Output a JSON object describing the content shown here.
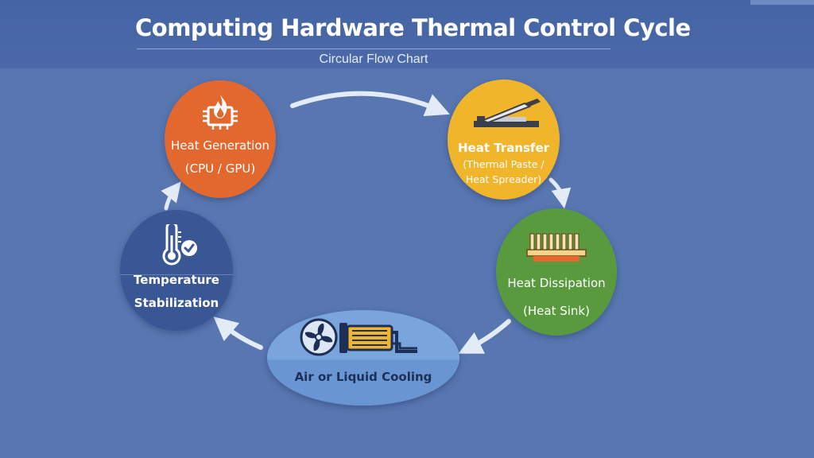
{
  "header": {
    "title": "Computing Hardware Thermal Control Cycle",
    "subtitle": "Circular Flow Chart"
  },
  "cycle": {
    "nodes": [
      {
        "id": "heat-generation",
        "line1": "Heat Generation",
        "line2": "(CPU / GPU)",
        "color": "#e2682e",
        "icon": "flame-chip-icon"
      },
      {
        "id": "heat-transfer",
        "line1": "Heat Transfer",
        "line2": "(Thermal Paste /",
        "line3": "Heat Spreader)",
        "color": "#f1b52c",
        "icon": "thermal-paste-icon"
      },
      {
        "id": "heat-dissipation",
        "line1": "Heat Dissipation",
        "line2": "(Heat Sink)",
        "color": "#5a9a3f",
        "icon": "heat-sink-icon"
      },
      {
        "id": "cooling",
        "line1": "Air or Liquid Cooling",
        "color": "#7aa4dc",
        "icon": "fan-radiator-icon"
      },
      {
        "id": "temperature-stabilization",
        "line1": "Temperature",
        "line2": "Stabilization",
        "color": "#3a5795",
        "icon": "thermometer-check-icon"
      }
    ],
    "arrow_color": "#e3ebf7",
    "background_color": "#5876b0"
  }
}
